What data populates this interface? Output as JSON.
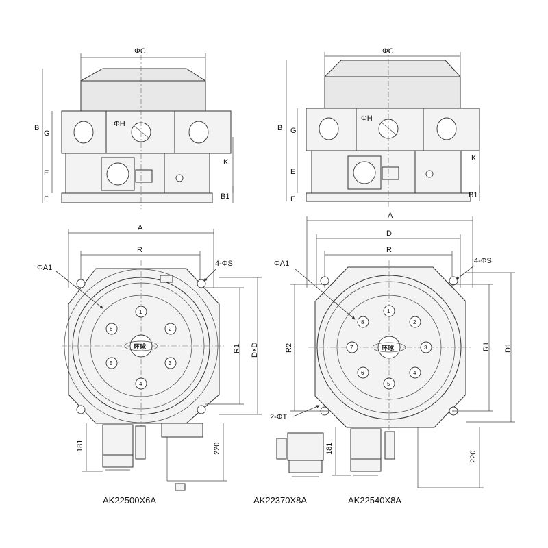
{
  "views": {
    "left_side": {
      "label_C": "ΦC",
      "label_H": "ΦH",
      "label_B": "B",
      "label_G": "G",
      "label_E": "E",
      "label_F": "F",
      "label_K": "K",
      "label_B1": "B1"
    },
    "right_side": {
      "label_C": "ΦC",
      "label_H": "ΦH",
      "label_B": "B",
      "label_G": "G",
      "label_E": "E",
      "label_F": "F",
      "label_K": "K",
      "label_B1": "B1"
    },
    "left_plan": {
      "label_A": "A",
      "label_R": "R",
      "label_A1": "ΦA1",
      "label_S": "4-ΦS",
      "label_R1": "R1",
      "label_DxD": "D×D",
      "label_181": "181",
      "label_220": "220",
      "logo": "环球",
      "positions": [
        "1",
        "2",
        "3",
        "4",
        "5",
        "6"
      ]
    },
    "right_plan": {
      "label_A": "A",
      "label_D": "D",
      "label_R": "R",
      "label_A1": "ΦA1",
      "label_S": "4-ΦS",
      "label_R1": "R1",
      "label_R2": "R2",
      "label_D1": "D1",
      "label_T": "2-ΦT",
      "label_181": "181",
      "label_220": "220",
      "logo": "环球",
      "positions": [
        "1",
        "2",
        "3",
        "4",
        "5",
        "6",
        "7",
        "8"
      ]
    }
  },
  "models": {
    "left": "AK22500X6A",
    "middle": "AK22370X8A",
    "right": "AK22540X8A"
  }
}
